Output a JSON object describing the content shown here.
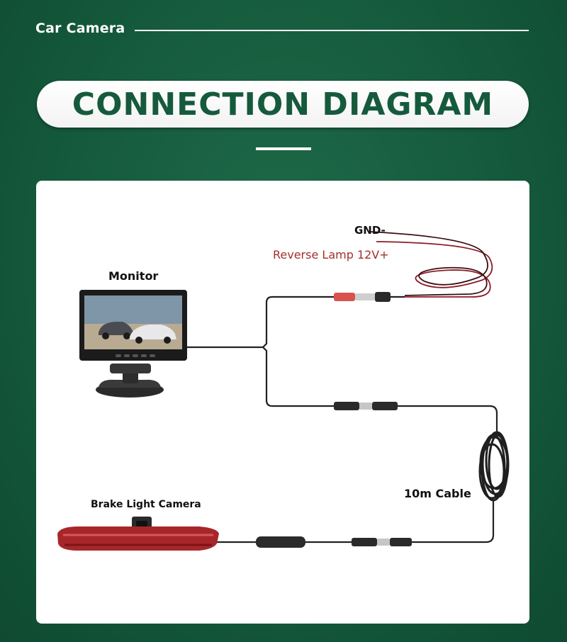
{
  "header": {
    "brand": "Car Camera",
    "title": "CONNECTION DIAGRAM"
  },
  "diagram": {
    "labels": {
      "monitor": "Monitor",
      "gnd": "GND-",
      "reverse_lamp": "Reverse Lamp 12V+",
      "cable": "10m Cable",
      "brake_light_camera": "Brake Light Camera"
    }
  },
  "colors": {
    "background": "#155a3c",
    "title_text": "#155a3c",
    "reverse_label": "#a3302b",
    "wire": "#222222",
    "red_wire": "#8e1a26",
    "brake_light": "#a8262a"
  }
}
